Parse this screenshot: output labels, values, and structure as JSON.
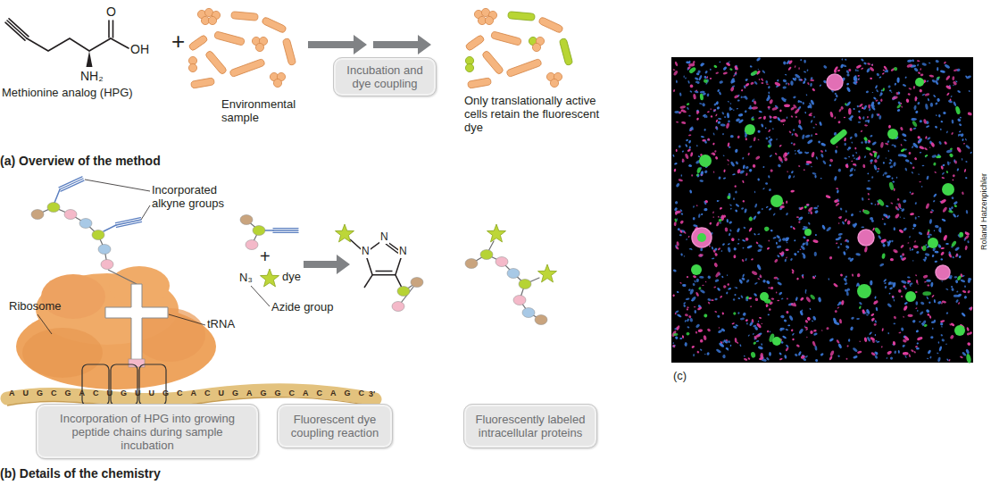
{
  "diagram": {
    "nodes": [
      {
        "text": [
          "Incubation and dye coupling"
        ]
      },
      {
        "text": [
          "Incorporation of HPG into growing peptide chains during sample incubation"
        ]
      },
      {
        "text": [
          "Fluorescent dye coupling reaction"
        ]
      },
      {
        "text": [
          "Fluorescently labeled intracellular proteins"
        ]
      }
    ],
    "labels": [
      "O",
      "OH",
      "NH₂",
      "Methionine analog (HPG)",
      "+",
      "Environmental sample",
      "Only translationally active cells retain the fluorescent dye",
      "(a) Overview of the method",
      "Incorporated alkyne groups",
      "Ribosome",
      "tRNA",
      "AUGCGACUGUUGCACUGAGGCACAGC",
      "3′",
      "+",
      "N₃",
      "dye",
      "Azide group",
      "N",
      "N",
      "N",
      "(b) Details of the chemistry",
      "(c)",
      "Roland Hatzenpichler"
    ]
  }
}
